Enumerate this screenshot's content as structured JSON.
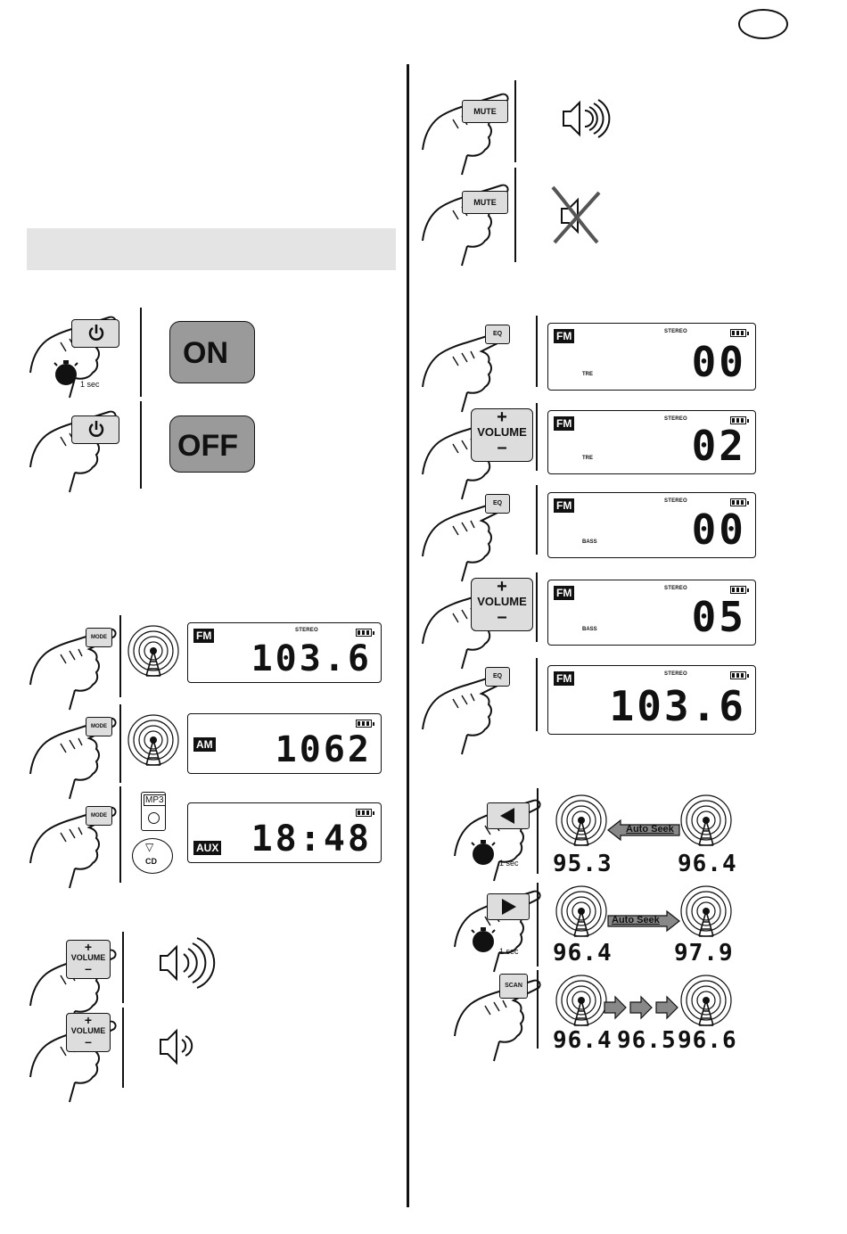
{
  "header": {
    "lang_badge": ""
  },
  "power": {
    "hold_label": "1 sec",
    "on_label": "ON",
    "off_label": "OFF"
  },
  "mode": {
    "button": "MODE",
    "fm": {
      "badge": "FM",
      "stereo": "STEREO",
      "freq": "103.6"
    },
    "am": {
      "badge": "AM",
      "freq": "1062"
    },
    "aux": {
      "badge": "AUX",
      "time": "18:48",
      "mp3": "MP3",
      "cd": "CD"
    }
  },
  "volume": {
    "plus": "+",
    "label": "VOLUME",
    "minus": "–"
  },
  "mute": {
    "button": "MUTE"
  },
  "eq": {
    "button": "EQ",
    "screens": [
      {
        "badge": "FM",
        "stereo": "STEREO",
        "value": "00",
        "sub": "TRE"
      },
      {
        "badge": "FM",
        "stereo": "STEREO",
        "value": "02",
        "sub": "TRE"
      },
      {
        "badge": "FM",
        "stereo": "STEREO",
        "value": "00",
        "sub": "BASS"
      },
      {
        "badge": "FM",
        "stereo": "STEREO",
        "value": "05",
        "sub": "BASS"
      },
      {
        "badge": "FM",
        "stereo": "STEREO",
        "value": "103.6",
        "sub": ""
      }
    ]
  },
  "seek": {
    "hold_label": "1 sec",
    "auto_seek_label": "Auto Seek",
    "scan_button": "SCAN",
    "down": {
      "from": "96.4",
      "to": "95.3"
    },
    "up": {
      "from": "96.4",
      "to": "97.9"
    },
    "scan": [
      "96.4",
      "96.5",
      "96.6"
    ]
  }
}
